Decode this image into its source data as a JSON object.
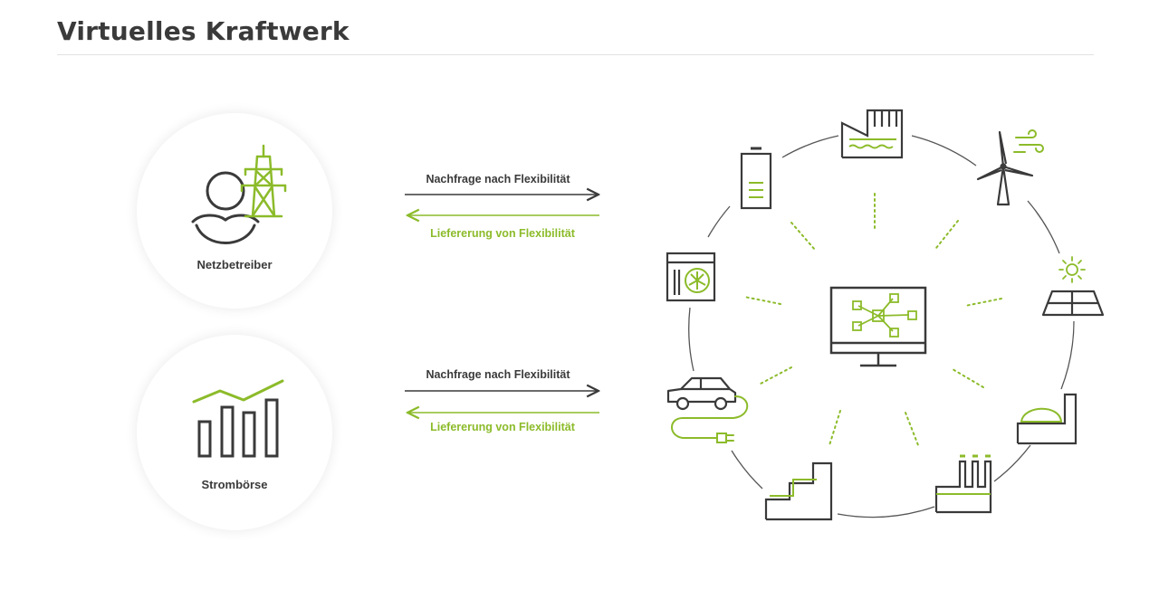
{
  "header": {
    "title": "Virtuelles Kraftwerk"
  },
  "actors": [
    {
      "label": "Netzbetreiber",
      "icon": "grid-operator-icon",
      "demand_label": "Nachfrage nach Flexibilität",
      "supply_label": "Liefererung von Flexibilität"
    },
    {
      "label": "Strombörse",
      "icon": "power-exchange-icon",
      "demand_label": "Nachfrage nach Flexibilität",
      "supply_label": "Liefererung von Flexibilität"
    }
  ],
  "colors": {
    "dark": "#3a3a3a",
    "green": "#8cbb2a",
    "ring": "#555555"
  },
  "network": {
    "center_icon": "control-computer-icon",
    "units": [
      "hydro-plant-icon",
      "wind-turbine-icon",
      "solar-panel-icon",
      "biogas-plant-icon",
      "industrial-plant-icon",
      "factory-icon",
      "electric-car-icon",
      "heat-pump-icon",
      "battery-icon"
    ]
  }
}
